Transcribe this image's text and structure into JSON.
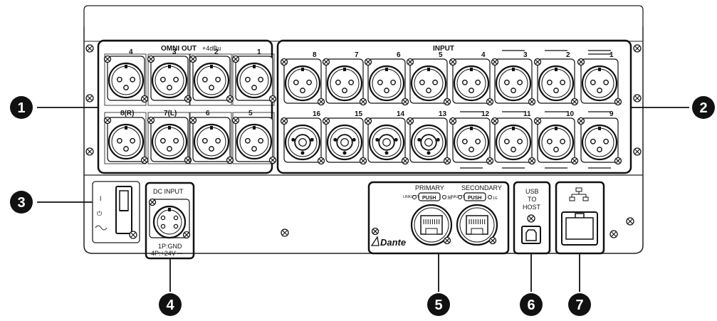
{
  "omni_out": {
    "title": "OMNI OUT",
    "level": "+4dBu",
    "top_row": [
      "4",
      "3",
      "2",
      "1"
    ],
    "bottom_row": [
      "8(R)",
      "7(L)",
      "6",
      "5"
    ]
  },
  "input": {
    "title": "INPUT",
    "top_row": [
      "8",
      "7",
      "6",
      "5",
      "4",
      "3",
      "2",
      "1"
    ],
    "bottom_row": [
      "16",
      "15",
      "14",
      "13",
      "12",
      "11",
      "10",
      "9"
    ]
  },
  "power": {
    "on_mark": "I",
    "standby_mark": "⏻"
  },
  "dc_input": {
    "title": "DC INPUT",
    "pin1": "1P:GND",
    "pin4": "4P:+24V ⎓"
  },
  "dante": {
    "logo": "Dante",
    "primary": "PRIMARY",
    "secondary": "SECONDARY",
    "push": "PUSH",
    "link_act": "LINK/ACT",
    "speed": "1G"
  },
  "usb": {
    "line1": "USB",
    "line2": "TO",
    "line3": "HOST"
  },
  "callouts": [
    "1",
    "2",
    "3",
    "4",
    "5",
    "6",
    "7"
  ],
  "colors": {
    "panel": "#ffffff",
    "stroke": "#222222",
    "callout": "#111111"
  }
}
